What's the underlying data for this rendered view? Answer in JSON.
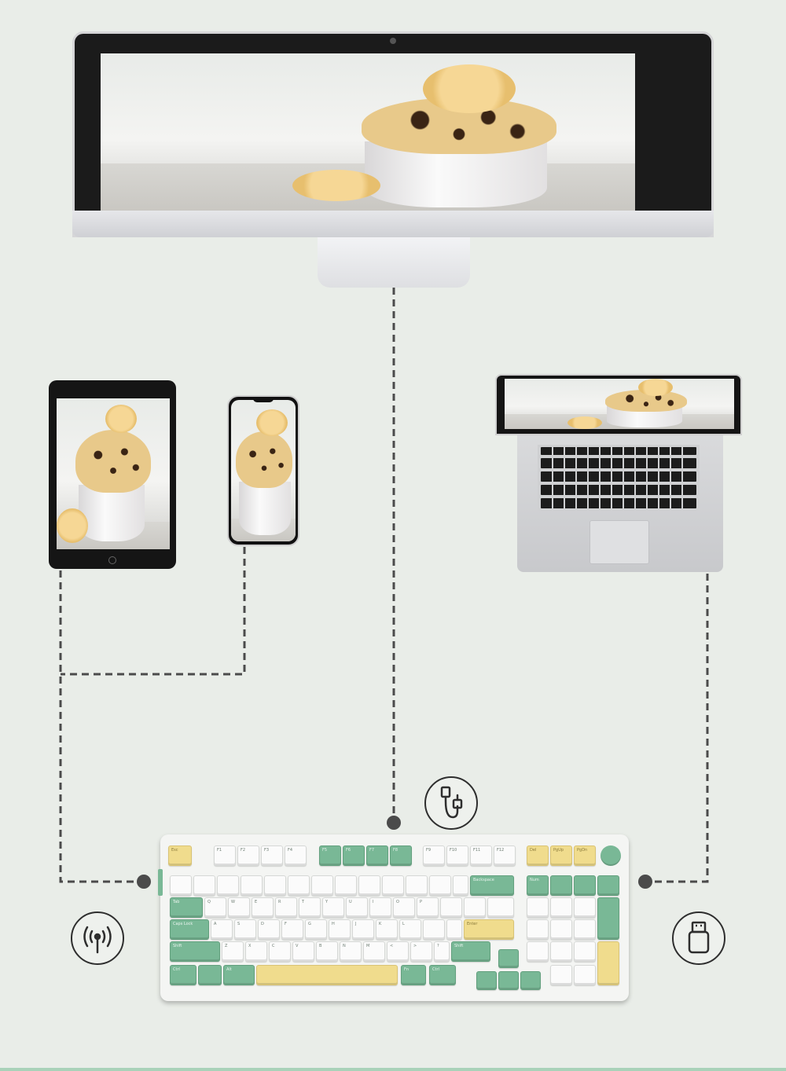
{
  "keyboard": {
    "labels": {
      "esc": "Esc",
      "f1": "F1",
      "f2": "F2",
      "f3": "F3",
      "f4": "F4",
      "f5": "F5",
      "f6": "F6",
      "f7": "F7",
      "f8": "F8",
      "f9": "F9",
      "f10": "F10",
      "f11": "F11",
      "f12": "F12",
      "del": "Del",
      "pgup": "PgUp",
      "pgdn": "PgDn",
      "backspace": "Backspace",
      "tab": "Tab",
      "caps": "Caps Lock",
      "shift_l": "Shift",
      "shift_r": "Shift",
      "ctrl_l": "Ctrl",
      "alt_l": "Alt",
      "fn": "Fn",
      "ctrl_r": "Ctrl",
      "enter": "Enter",
      "num": "Num"
    },
    "row_q": [
      "Q",
      "W",
      "E",
      "R",
      "T",
      "Y",
      "U",
      "I",
      "O",
      "P"
    ],
    "row_a": [
      "A",
      "S",
      "D",
      "F",
      "G",
      "H",
      "J",
      "K",
      "L"
    ],
    "row_z": [
      "Z",
      "X",
      "C",
      "V",
      "B",
      "N",
      "M",
      "<",
      ">",
      "?"
    ]
  },
  "colors": {
    "keycap_green": "#79b896",
    "keycap_yellow": "#f0dc8d",
    "keycap_white": "#fbfbfb",
    "background": "#e9ede8",
    "connector": "#4b4b4b"
  },
  "icons": {
    "wired": "usb-cable-icon",
    "wireless": "wireless-antenna-icon",
    "receiver": "usb-receiver-icon"
  }
}
